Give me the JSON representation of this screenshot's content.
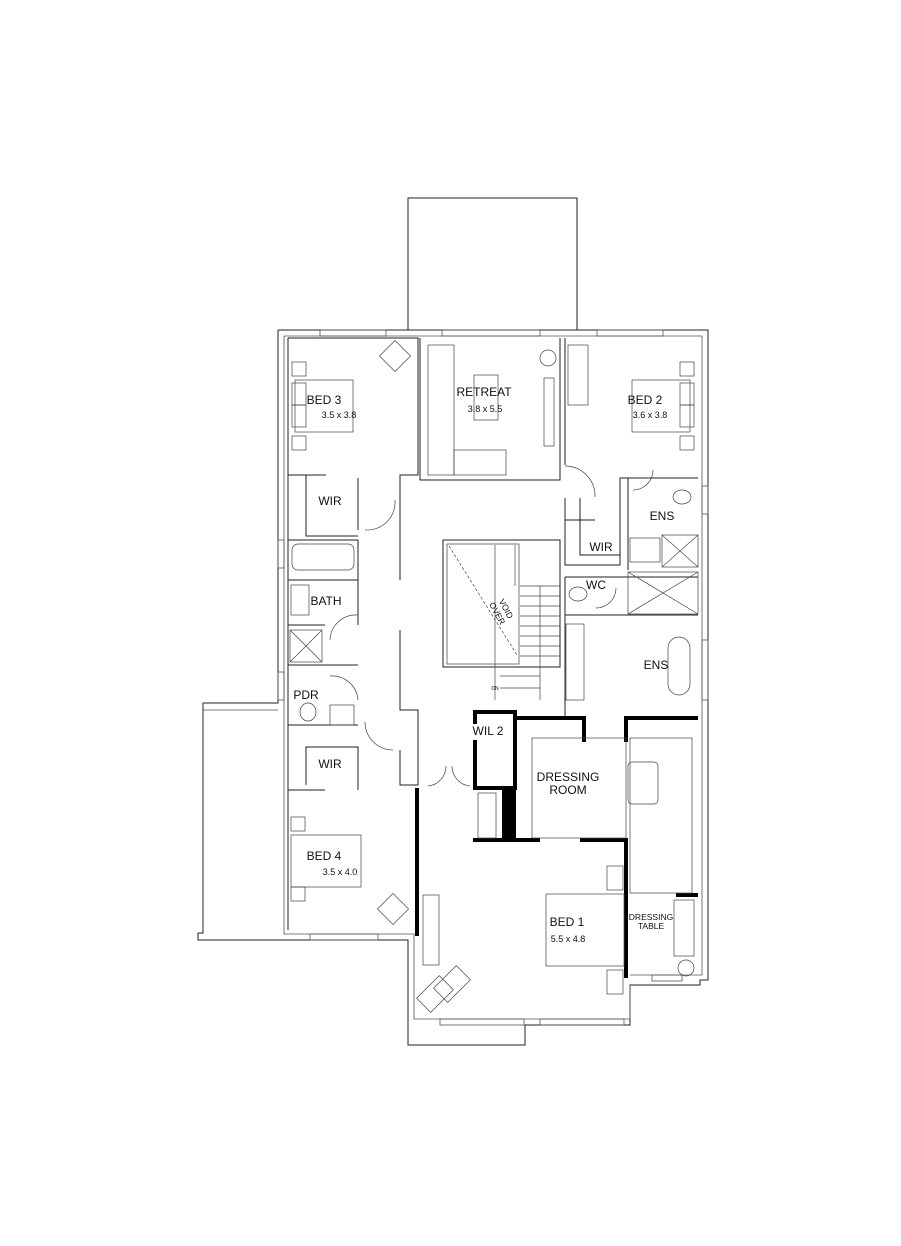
{
  "plan": {
    "rooms": {
      "bed3": {
        "name": "BED 3",
        "size": "3.5 x 3.8"
      },
      "retreat": {
        "name": "RETREAT",
        "size": "3.8 x 5.5"
      },
      "bed2": {
        "name": "BED 2",
        "size": "3.6 x 3.8"
      },
      "wir_bed3": {
        "name": "WIR"
      },
      "ens_bed2": {
        "name": "ENS"
      },
      "wir_bed1": {
        "name": "WIR"
      },
      "wc": {
        "name": "WC"
      },
      "bath": {
        "name": "BATH"
      },
      "void": {
        "line1": "VOID",
        "line2": "OVER"
      },
      "ens_bed1": {
        "name": "ENS"
      },
      "pdr": {
        "name": "PDR"
      },
      "stair_dn": {
        "name": "DN"
      },
      "wil2": {
        "name": "WIL 2"
      },
      "wir_bed4": {
        "name": "WIR"
      },
      "dressing_room": {
        "line1": "DRESSING",
        "line2": "ROOM"
      },
      "bed4": {
        "name": "BED 4",
        "size": "3.5 x 4.0"
      },
      "bed1": {
        "name": "BED 1",
        "size": "5.5 x 4.8"
      },
      "dressing_table": {
        "line1": "DRESSING",
        "line2": "TABLE"
      }
    },
    "colors": {
      "walls": "#222222",
      "structural_walls": "#000000",
      "background": "#ffffff"
    }
  }
}
